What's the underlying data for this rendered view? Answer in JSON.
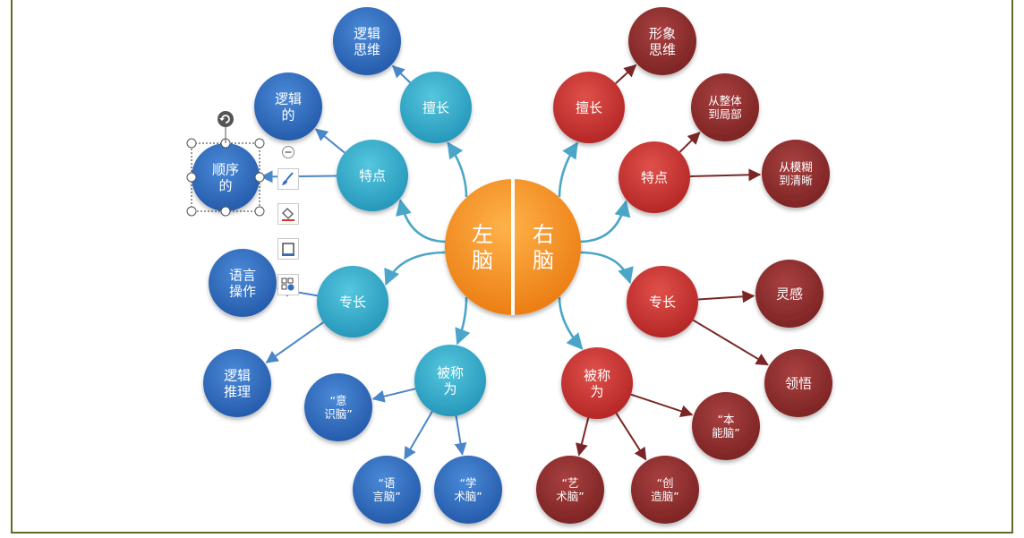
{
  "center": {
    "left_label": [
      "左",
      "脑"
    ],
    "right_label": [
      "右",
      "脑"
    ]
  },
  "left": {
    "good_at": {
      "label": [
        "擅长"
      ],
      "children": [
        {
          "label": [
            "逻辑",
            "思维"
          ]
        }
      ]
    },
    "features": {
      "label": [
        "特点"
      ],
      "children": [
        {
          "label": [
            "逻辑",
            "的"
          ]
        },
        {
          "label": [
            "顺序",
            "的"
          ],
          "selected": true
        }
      ]
    },
    "specialty": {
      "label": [
        "专长"
      ],
      "children": [
        {
          "label": [
            "语言",
            "操作"
          ]
        },
        {
          "label": [
            "逻辑",
            "推理"
          ]
        }
      ]
    },
    "called": {
      "label": [
        "被称",
        "为"
      ],
      "children": [
        {
          "label": [
            "“意",
            "识脑”"
          ]
        },
        {
          "label": [
            "“语",
            "言脑”"
          ]
        },
        {
          "label": [
            "“学",
            "术脑”"
          ]
        }
      ]
    }
  },
  "right": {
    "good_at": {
      "label": [
        "擅长"
      ],
      "children": [
        {
          "label": [
            "形象",
            "思维"
          ]
        }
      ]
    },
    "features": {
      "label": [
        "特点"
      ],
      "children": [
        {
          "label": [
            "从整体",
            "到局部"
          ]
        },
        {
          "label": [
            "从模糊",
            "到清晰"
          ]
        }
      ]
    },
    "specialty": {
      "label": [
        "专长"
      ],
      "children": [
        {
          "label": [
            "灵感"
          ]
        },
        {
          "label": [
            "领悟"
          ]
        }
      ]
    },
    "called": {
      "label": [
        "被称",
        "为"
      ],
      "children": [
        {
          "label": [
            "“本",
            "能脑”"
          ]
        },
        {
          "label": [
            "“艺",
            "术脑”"
          ]
        },
        {
          "label": [
            "“创",
            "造脑”"
          ]
        }
      ]
    }
  },
  "toolbar": {
    "items": [
      {
        "icon": "collapse-minus-icon"
      },
      {
        "icon": "brush-icon"
      },
      {
        "icon": "fill-bucket-icon"
      },
      {
        "icon": "border-icon"
      },
      {
        "icon": "layout-icon"
      }
    ]
  },
  "colors": {
    "center": "#f28a1e",
    "left_main": "#2fa6c6",
    "left_leaf": "#2f6fc0",
    "right_main": "#c9302e",
    "right_leaf": "#8c2a2a",
    "connector_left": "#4aa6c8",
    "connector_right": "#d24a3c",
    "frame": "#5e6e2a"
  }
}
